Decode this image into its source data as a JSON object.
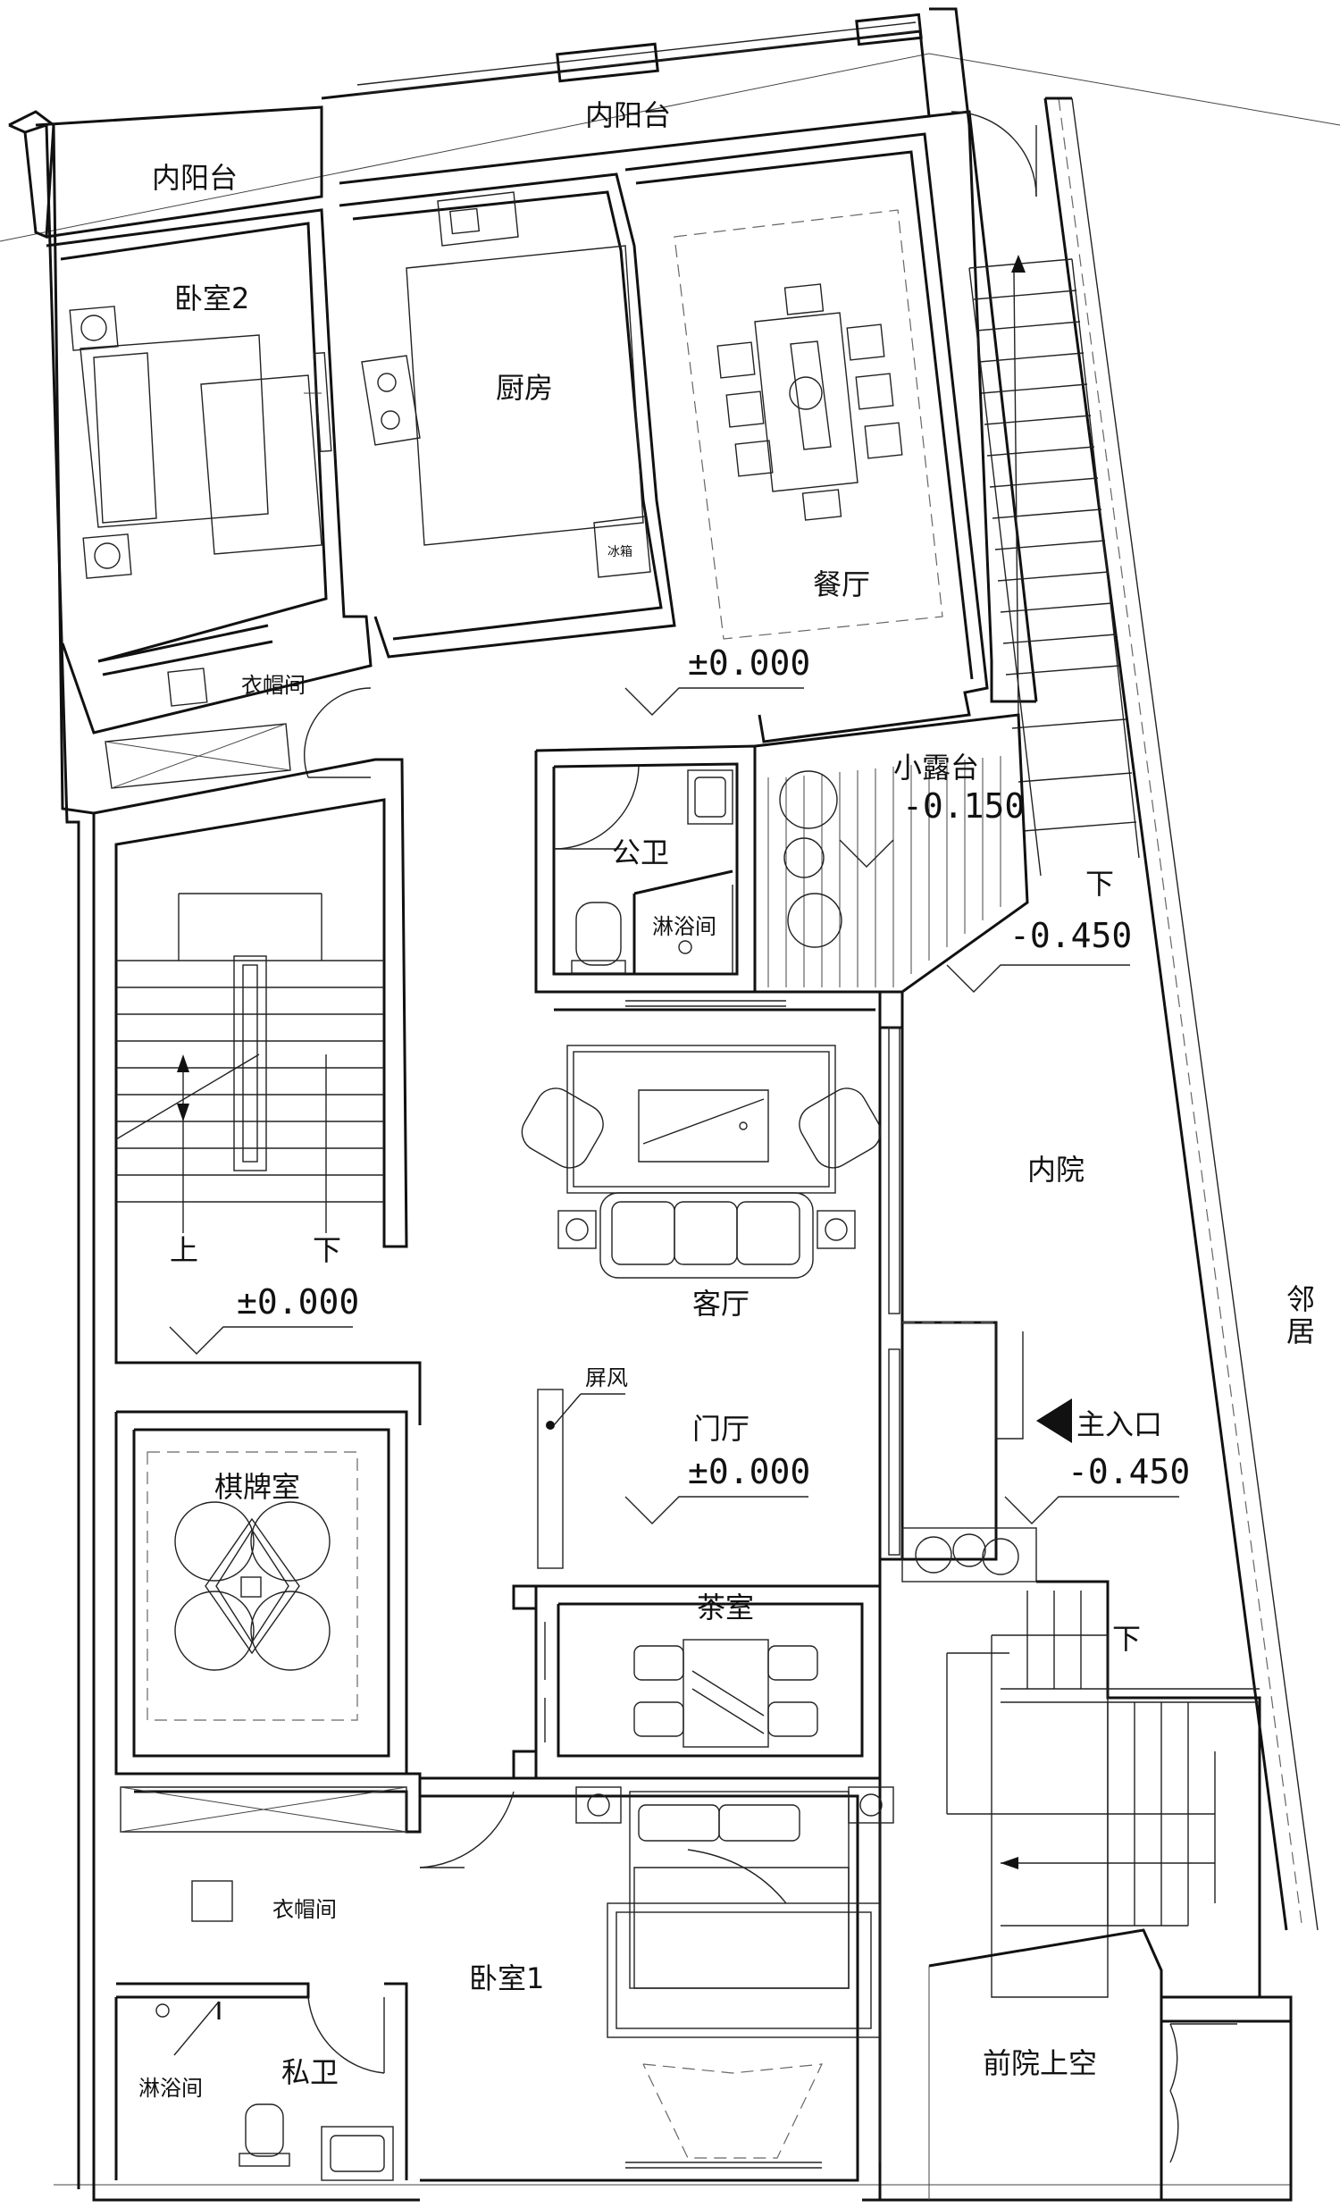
{
  "rooms": {
    "inner_balcony_left": "内阳台",
    "inner_balcony_top": "内阳台",
    "bedroom2": "卧室2",
    "kitchen": "厨房",
    "fridge": "冰箱",
    "dining": "餐厅",
    "closet_top": "衣帽间",
    "public_bath": "公卫",
    "shower_top": "淋浴间",
    "small_terrace": "小露台",
    "living": "客厅",
    "inner_courtyard": "内院",
    "neighbor": "邻居",
    "screen": "屏风",
    "foyer": "门厅",
    "main_entrance": "主入口",
    "chess_room": "棋牌室",
    "tea_room": "茶室",
    "closet_bottom": "衣帽间",
    "bedroom1": "卧室1",
    "shower_bottom": "淋浴间",
    "private_bath": "私卫",
    "front_void": "前院上空"
  },
  "levels": {
    "dining": "±0.000",
    "terrace": "-0.150",
    "stair_down": "-0.450",
    "stair_hall": "±0.000",
    "foyer": "±0.000",
    "entrance": "-0.450"
  },
  "stairs": {
    "up": "上",
    "down": "下",
    "down_right": "下",
    "down_entrance": "下"
  }
}
